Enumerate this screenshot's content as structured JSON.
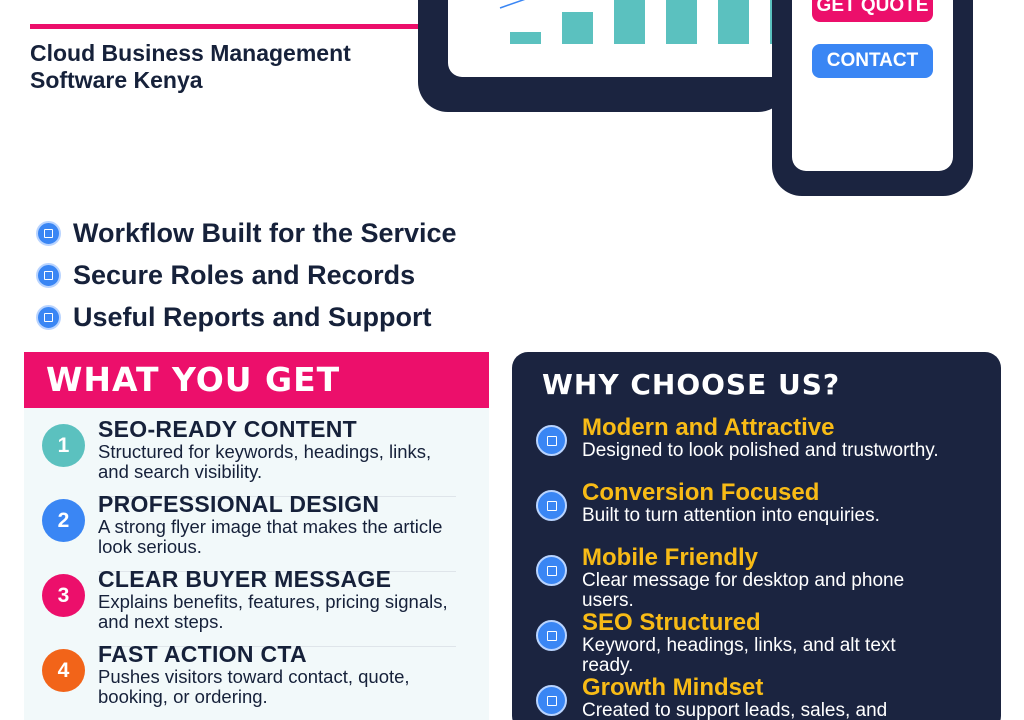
{
  "hero": {
    "subtitle": "Cloud Business Management Software Kenya",
    "quote_button": "GET QUOTE",
    "contact_button": "CONTACT"
  },
  "features": [
    {
      "label": "Workflow Built for the Service",
      "icon": "square-bullet-icon"
    },
    {
      "label": "Secure Roles and Records",
      "icon": "square-bullet-icon"
    },
    {
      "label": "Useful Reports and Support",
      "icon": "square-bullet-icon"
    }
  ],
  "what_you_get": {
    "title": "WHAT YOU GET",
    "items": [
      {
        "num": "1",
        "title": "SEO-READY CONTENT",
        "desc": "Structured for keywords, headings, links, and search visibility.",
        "color": "#5bc1bf"
      },
      {
        "num": "2",
        "title": "PROFESSIONAL DESIGN",
        "desc": "A strong flyer image that makes the article look serious.",
        "color": "#3a86f4"
      },
      {
        "num": "3",
        "title": "CLEAR BUYER MESSAGE",
        "desc": "Explains benefits, features, pricing signals, and next steps.",
        "color": "#ec0f6b"
      },
      {
        "num": "4",
        "title": "FAST ACTION CTA",
        "desc": "Pushes visitors toward contact, quote, booking, or ordering.",
        "color": "#f26419"
      }
    ]
  },
  "why_choose_us": {
    "title": "WHY CHOOSE US?",
    "items": [
      {
        "title": "Modern and Attractive",
        "desc": "Designed to look polished and trustworthy."
      },
      {
        "title": "Conversion Focused",
        "desc": "Built to turn attention into enquiries."
      },
      {
        "title": "Mobile Friendly",
        "desc": "Clear message for desktop and phone users."
      },
      {
        "title": "SEO Structured",
        "desc": "Keyword, headings, links, and alt text ready."
      },
      {
        "title": "Growth Mindset",
        "desc": "Created to support leads, sales, and"
      }
    ]
  },
  "colors": {
    "accent_pink": "#ec0f6b",
    "accent_blue": "#3a86f4",
    "navy": "#1b2440",
    "teal": "#5bc1bf",
    "gold": "#f8bb16"
  }
}
